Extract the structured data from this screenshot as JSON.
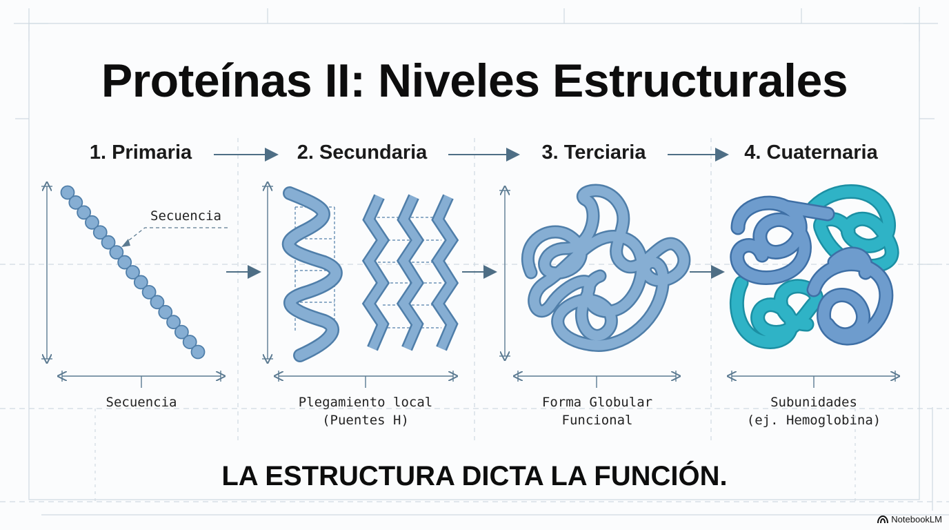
{
  "title": "Proteínas II: Niveles Estructurales",
  "stages": [
    {
      "title": "1. Primaria",
      "caption_lines": [
        "Secuencia"
      ]
    },
    {
      "title": "2. Secundaria",
      "caption_lines": [
        "Plegamiento local",
        "(Puentes H)"
      ]
    },
    {
      "title": "3. Terciaria",
      "caption_lines": [
        "Forma Globular",
        "Funcional"
      ]
    },
    {
      "title": "4. Cuaternaria",
      "caption_lines": [
        "Subunidades",
        "(ej. Hemoglobina)"
      ]
    }
  ],
  "callout": "Secuencia",
  "tagline": "LA ESTRUCTURA DICTA LA FUNCIÓN.",
  "brand": "NotebookLM",
  "colors": {
    "blueprint_line": "#c9d5de",
    "arrow": "#4e6e85",
    "strand_fill": "#86aed3",
    "strand_stroke": "#4f7ea9",
    "teal_fill": "#2fb3c6",
    "teal_stroke": "#1b8fa3"
  },
  "icons": [
    "notebooklm-logo-icon"
  ]
}
